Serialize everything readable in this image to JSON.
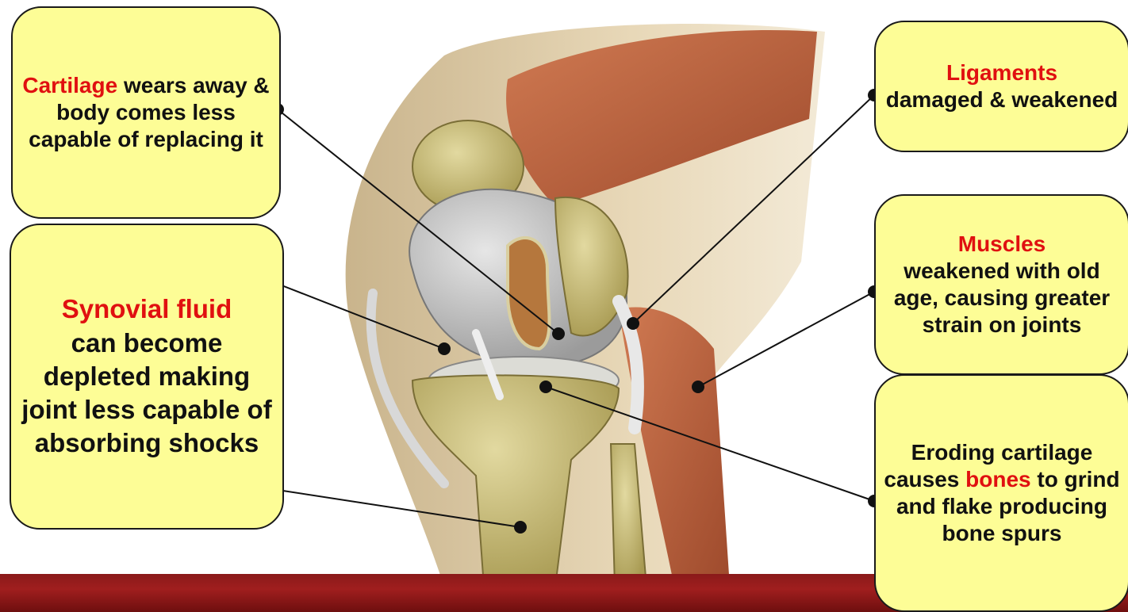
{
  "callouts": {
    "cartilage": {
      "highlight": "Cartilage",
      "text": " wears away & body comes less capable of replacing it"
    },
    "synovial": {
      "highlight": "Synovial fluid",
      "text": "can become depleted making joint less capable of absorbing shocks"
    },
    "ligaments": {
      "highlight": "Ligaments",
      "text": "damaged & weakened"
    },
    "muscles": {
      "highlight": "Muscles",
      "text": "weakened with old age, causing greater strain on joints"
    },
    "bones": {
      "before": "Eroding cartilage causes ",
      "highlight": "bones",
      "after": " to grind and flake producing bone spurs"
    }
  },
  "colors": {
    "callout_fill": "#fdfd96",
    "highlight_text": "#e01010",
    "bottom_bar": "#8a1a1a"
  }
}
